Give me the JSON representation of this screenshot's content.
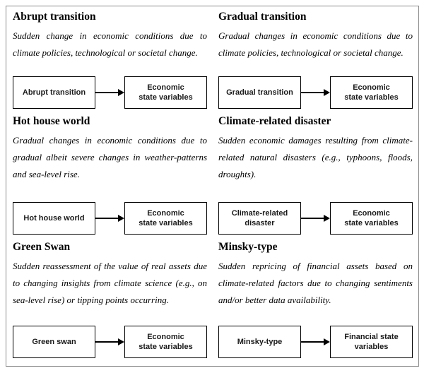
{
  "figure": {
    "panels": [
      {
        "id": "abrupt-transition",
        "title": "Abrupt transition",
        "description": "Sudden change in economic conditions due to climate policies, technological or societal change.",
        "source_lines": [
          "Abrupt transition"
        ],
        "target_lines": [
          "Economic",
          "state variables"
        ]
      },
      {
        "id": "gradual-transition",
        "title": "Gradual transition",
        "description": "Gradual changes in economic conditions due to climate policies, technological or societal change.",
        "source_lines": [
          "Gradual transition"
        ],
        "target_lines": [
          "Economic",
          "state variables"
        ]
      },
      {
        "id": "hot-house-world",
        "title": "Hot house world",
        "description": "Gradual changes in economic conditions due to gradual albeit severe changes in weather-patterns and sea-level rise.",
        "source_lines": [
          "Hot house world"
        ],
        "target_lines": [
          "Economic",
          "state variables"
        ]
      },
      {
        "id": "climate-related-disaster",
        "title": "Climate-related disaster",
        "description": "Sudden economic damages resulting from climate-related natural disasters (e.g., typhoons, floods, droughts).",
        "source_lines": [
          "Climate-related",
          "disaster"
        ],
        "target_lines": [
          "Economic",
          "state variables"
        ]
      },
      {
        "id": "green-swan",
        "title": "Green Swan",
        "description": "Sudden reassessment of the value of real assets due to changing insights from climate science (e.g., on sea-level rise) or tipping points occurring.",
        "source_lines": [
          "Green swan"
        ],
        "target_lines": [
          "Economic",
          "state variables"
        ]
      },
      {
        "id": "minsky-type",
        "title": "Minsky-type",
        "description": "Sudden repricing of financial assets based on climate-related factors due to changing sentiments and/or better data availability.",
        "source_lines": [
          "Minsky-type"
        ],
        "target_lines": [
          "Financial state",
          "variables"
        ]
      }
    ],
    "colors": {
      "outer_border": "#8a8a8a",
      "node_border": "#000000",
      "arrow": "#000000",
      "background": "#ffffff",
      "text": "#000000"
    }
  }
}
